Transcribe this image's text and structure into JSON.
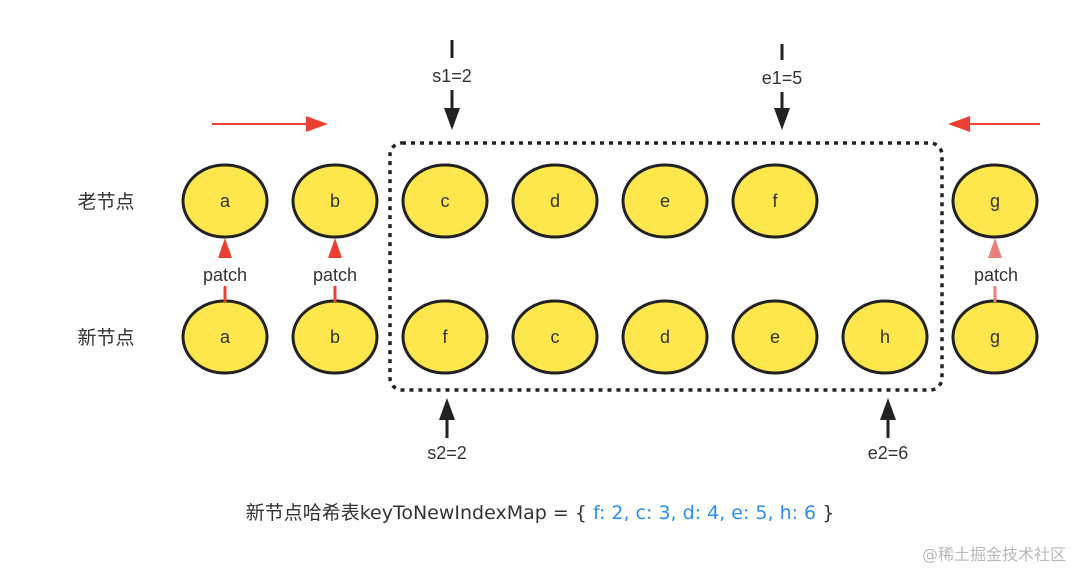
{
  "rows": {
    "old_label": "老节点",
    "new_label": "新节点"
  },
  "old_nodes": [
    {
      "key": "a"
    },
    {
      "key": "b"
    },
    {
      "key": "c"
    },
    {
      "key": "d"
    },
    {
      "key": "e"
    },
    {
      "key": "f"
    },
    {
      "key": "g"
    }
  ],
  "new_nodes": [
    {
      "key": "a"
    },
    {
      "key": "b"
    },
    {
      "key": "f"
    },
    {
      "key": "c"
    },
    {
      "key": "d"
    },
    {
      "key": "e"
    },
    {
      "key": "h"
    },
    {
      "key": "g"
    }
  ],
  "patch_label": "patch",
  "pointers": {
    "s1": "s1=2",
    "e1": "e1=5",
    "s2": "s2=2",
    "e2": "e2=6"
  },
  "caption": {
    "prefix": "新节点哈希表keyToNewIndexMap = {",
    "entries": "f: 2, c: 3, d: 4, e: 5, h: 6",
    "suffix": "}"
  },
  "watermark": "@稀土掘金技术社区",
  "colors": {
    "node_fill": "#fde74c",
    "node_stroke": "#222222",
    "arrow_red": "#ec4034",
    "arrow_red_light": "#e8807c",
    "pointer": "#222222",
    "map_values": "#2a8ff0"
  }
}
